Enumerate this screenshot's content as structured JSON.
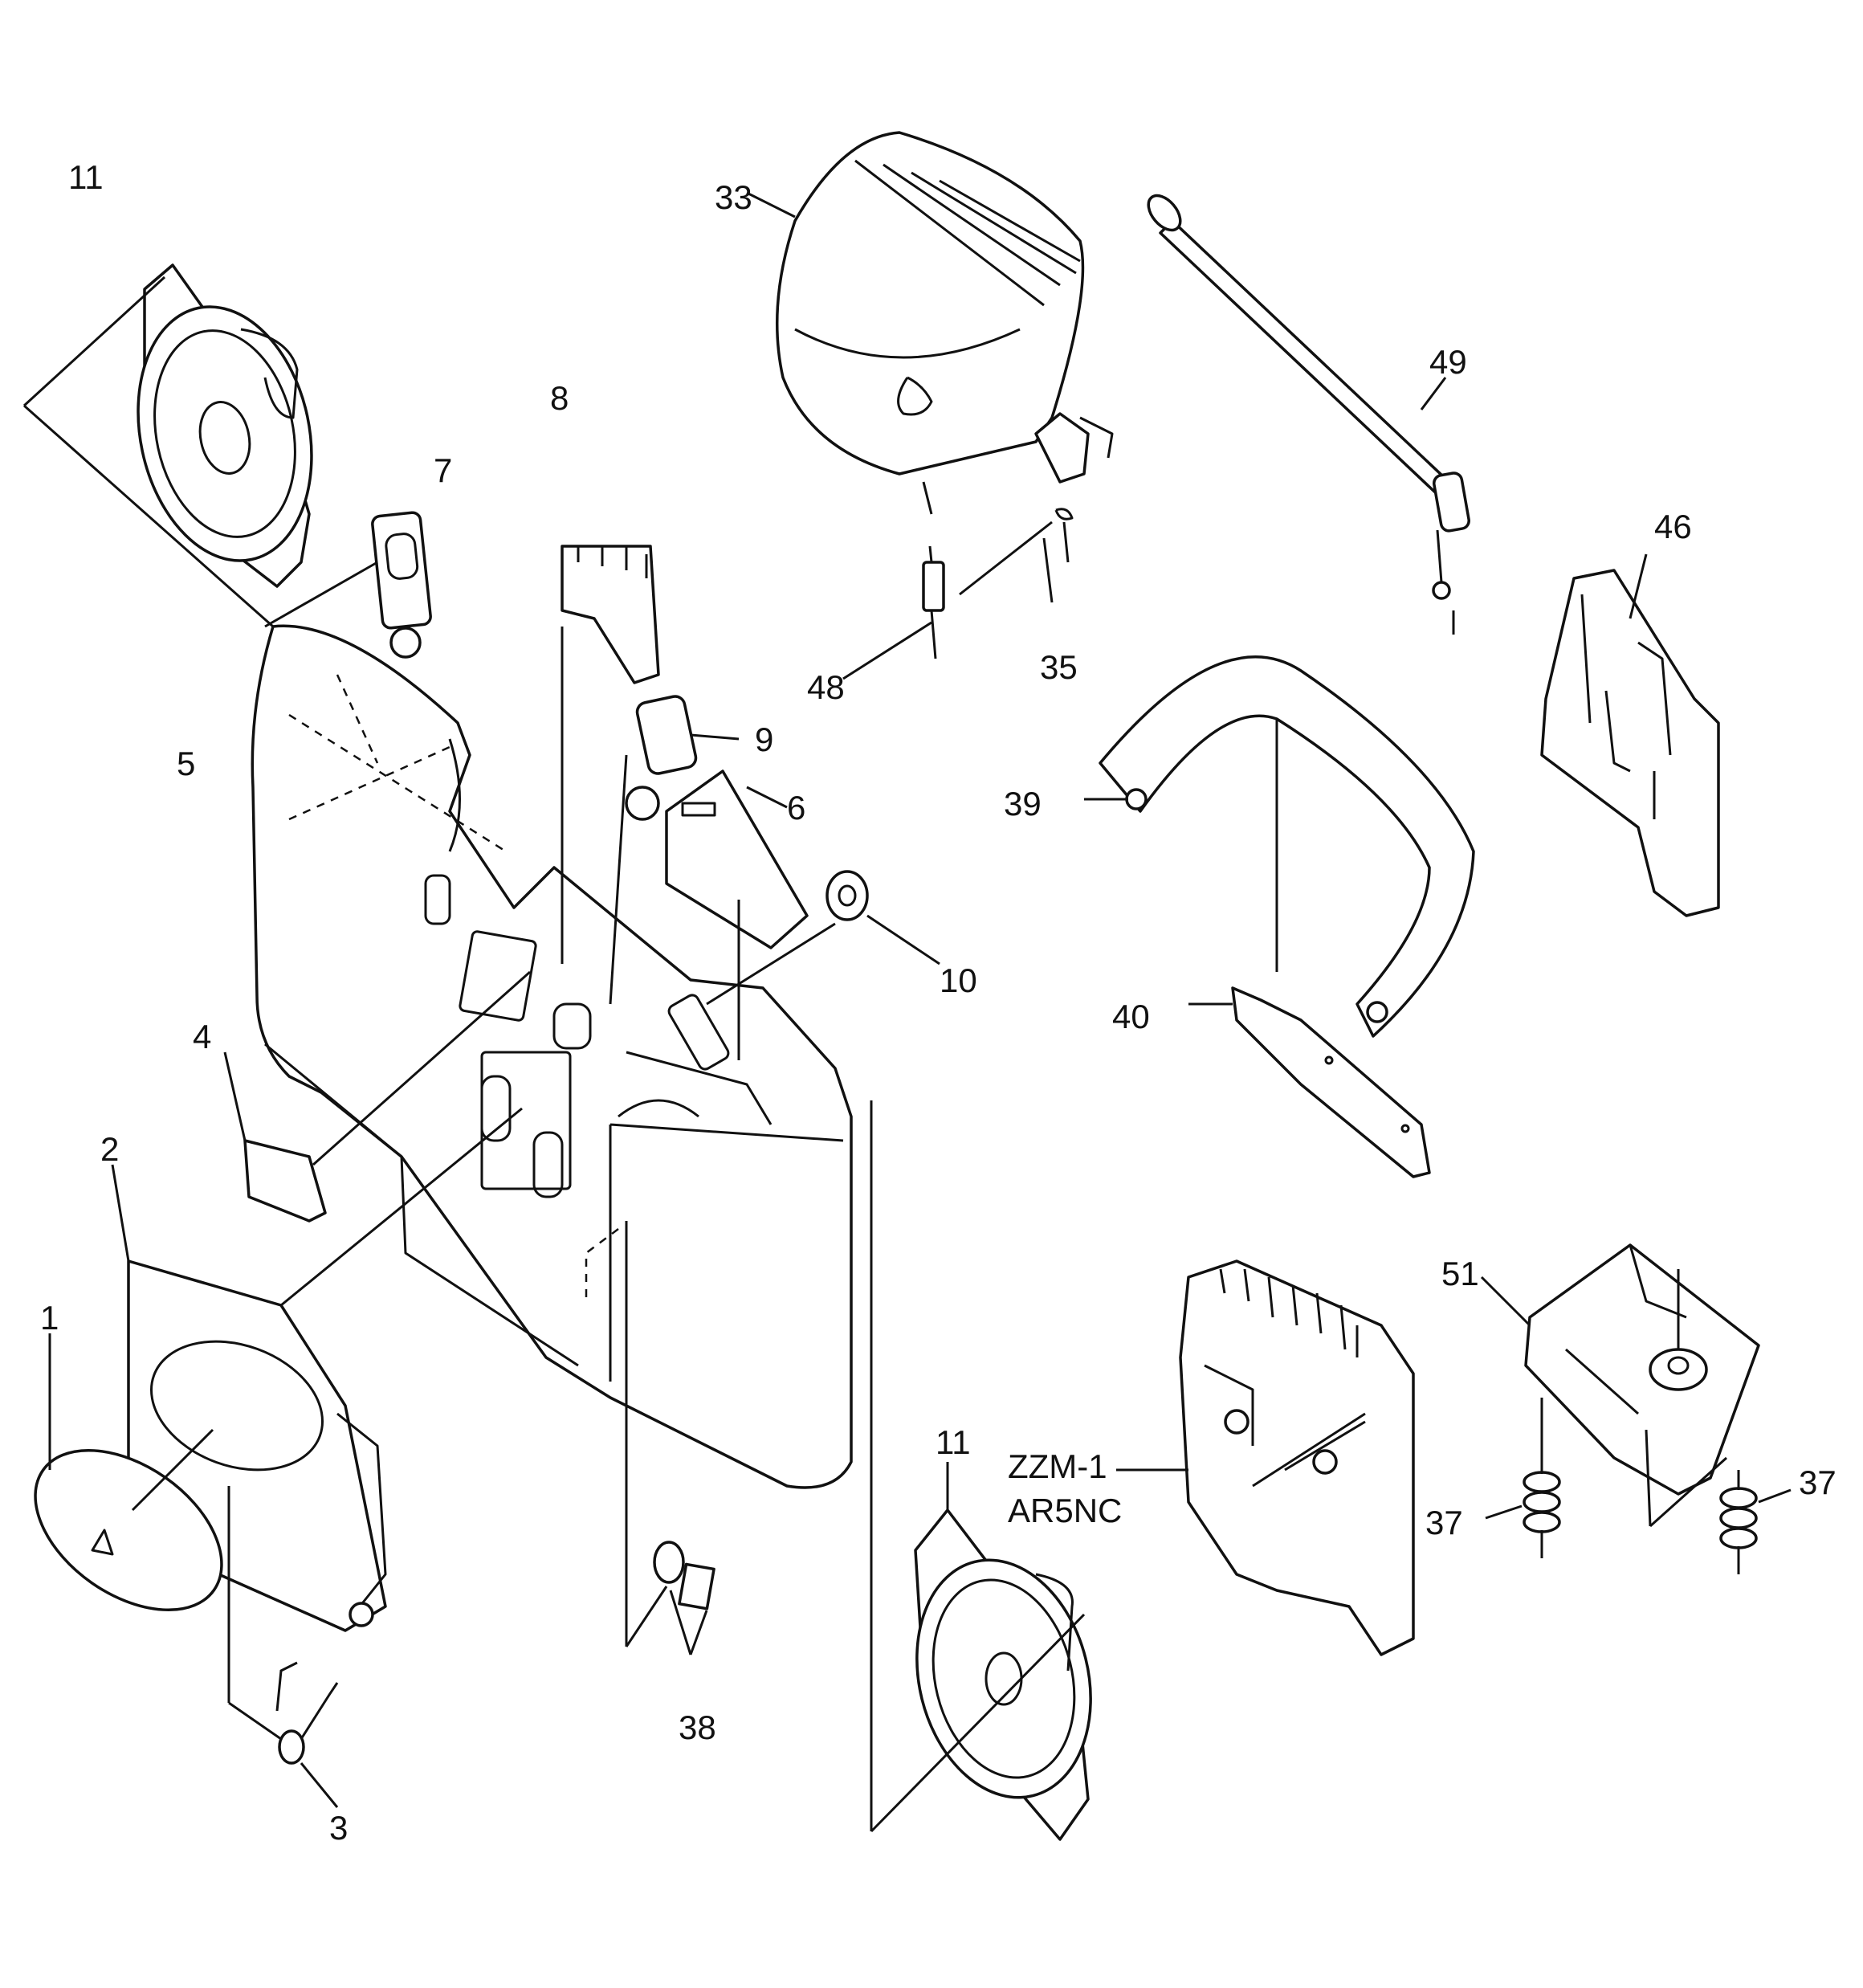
{
  "labels": {
    "p1": "1",
    "p2": "2",
    "p3": "3",
    "p4": "4",
    "p5": "5",
    "p6": "6",
    "p7": "7",
    "p8": "8",
    "p9": "9",
    "p10": "10",
    "p11a": "11",
    "p11b": "11",
    "p33": "33",
    "p35": "35",
    "p37a": "37",
    "p37b": "37",
    "p38": "38",
    "p39": "39",
    "p40": "40",
    "p46": "46",
    "p48": "48",
    "p49": "49",
    "p51": "51",
    "zzm1": "ZZM-1",
    "ar5nc": "AR5NC"
  }
}
